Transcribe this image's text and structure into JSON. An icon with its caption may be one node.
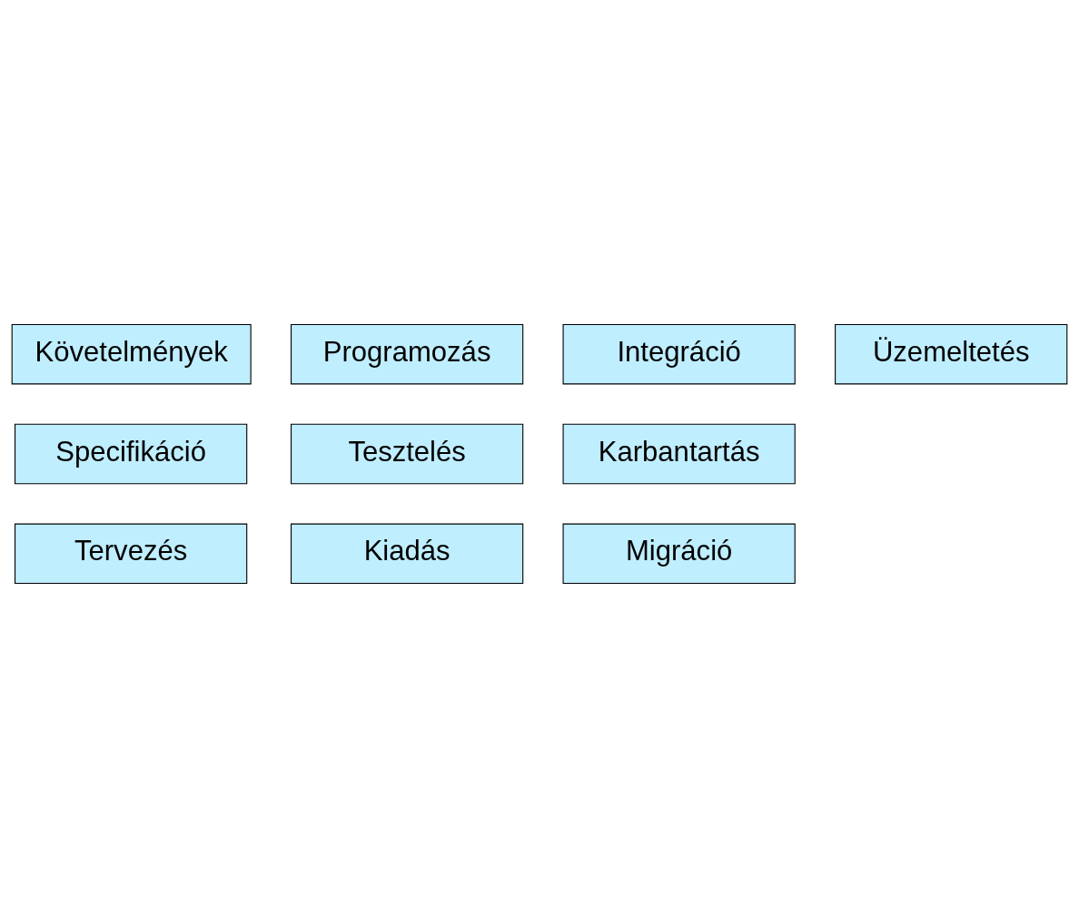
{
  "diagram": {
    "nodes": [
      {
        "text": [
          "Követelmények"
        ]
      },
      {
        "text": [
          "Specifikáció"
        ]
      },
      {
        "text": [
          "Tervezés"
        ]
      },
      {
        "text": [
          "Programozás"
        ]
      },
      {
        "text": [
          "Tesztelés"
        ]
      },
      {
        "text": [
          "Kiadás"
        ]
      },
      {
        "text": [
          "Integráció"
        ]
      },
      {
        "text": [
          "Karbantartás"
        ]
      },
      {
        "text": [
          "Migráció"
        ]
      },
      {
        "text": [
          "Üzemeltetés"
        ]
      }
    ]
  }
}
